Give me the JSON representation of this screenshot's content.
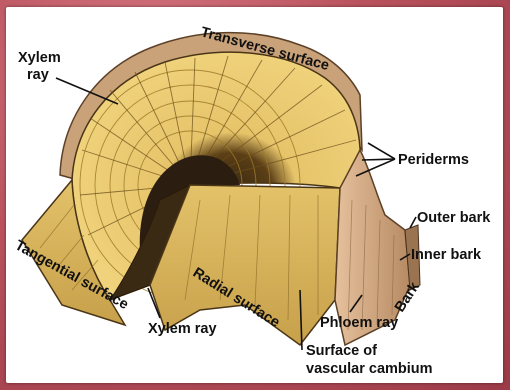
{
  "labels": {
    "xylem_ray_top_1": "Xylem",
    "xylem_ray_top_2": "ray",
    "transverse_surface": "Transverse surface",
    "periderms": "Periderms",
    "outer_bark": "Outer bark",
    "inner_bark": "Inner bark",
    "bark": "Bark",
    "tangential_surface": "Tangential surface",
    "xylem_ray_bottom": "Xylem ray",
    "radial_surface": "Radial surface",
    "phloem_ray": "Phloem ray",
    "surface_of_cambium_1": "Surface of",
    "surface_of_cambium_2": "vascular cambium"
  },
  "colors": {
    "wood": "#eccd72",
    "wood_shadow": "#a8801f",
    "heartwood": "#2b1e10",
    "bark": "#d8ad86",
    "bark_dark": "#7b5a38",
    "background": "#b9525d"
  }
}
